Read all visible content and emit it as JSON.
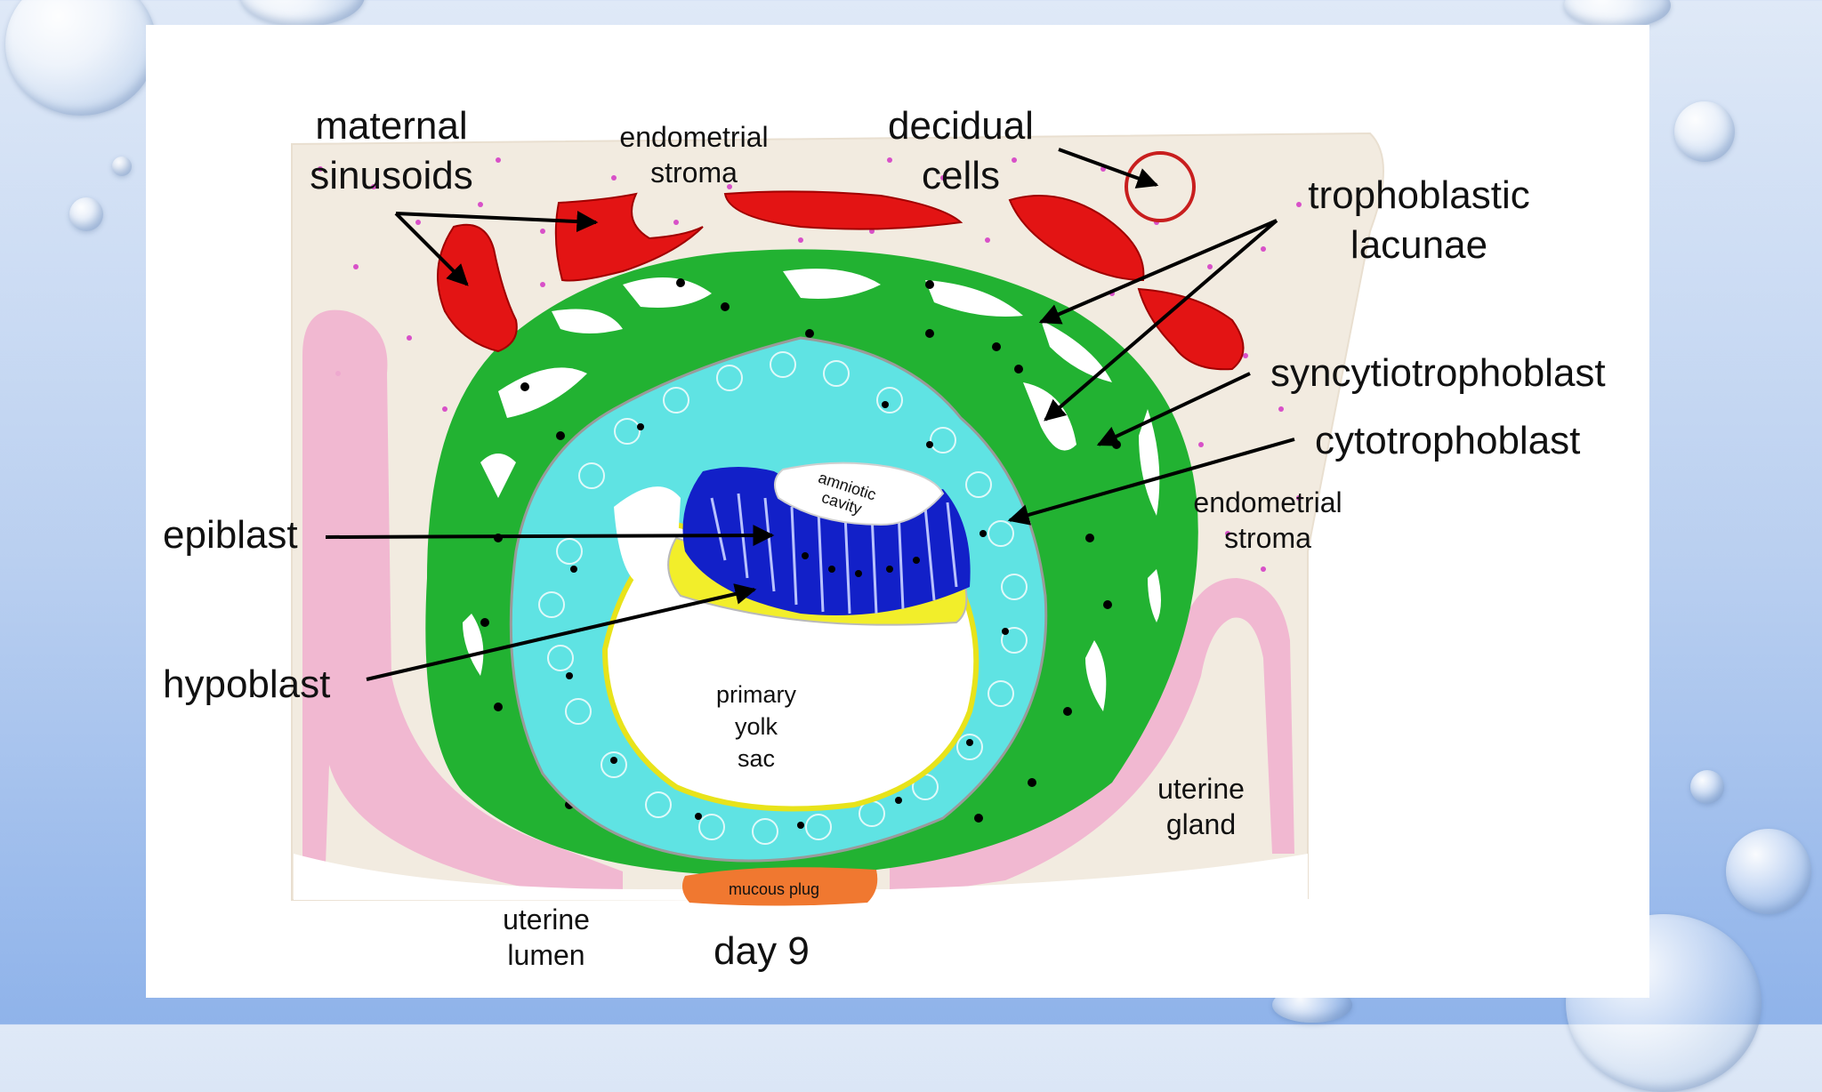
{
  "diagram": {
    "title": "day 9",
    "labels": {
      "maternal_sinusoids": [
        "maternal",
        "sinusoids"
      ],
      "endometrial_stroma_top": [
        "endometrial",
        "stroma"
      ],
      "decidual_cells": [
        "decidual",
        "cells"
      ],
      "trophoblastic_lacunae": [
        "trophoblastic",
        "lacunae"
      ],
      "syncytiotrophoblast": "syncytiotrophoblast",
      "cytotrophoblast": "cytotrophoblast",
      "endometrial_stroma_right": [
        "endometrial",
        "stroma"
      ],
      "epiblast": "epiblast",
      "hypoblast": "hypoblast",
      "amniotic_cavity": [
        "amniotic",
        "cavity"
      ],
      "primary_yolk_sac": [
        "primary",
        "yolk",
        "sac"
      ],
      "uterine_gland": [
        "uterine",
        "gland"
      ],
      "uterine_lumen": [
        "uterine",
        "lumen"
      ],
      "mucous_plug": "mucous plug"
    },
    "colors": {
      "sinusoid": "#e31414",
      "syncytiotrophoblast": "#22b232",
      "cytotrophoblast": "#5fe3e3",
      "epiblast": "#1220c8",
      "hypoblast": "#f2ee2a",
      "stroma": "#f2ebe0",
      "gland": "#f1b3cf",
      "mucous_plug": "#f07830",
      "decidual_marker": "#c81e1e"
    }
  }
}
